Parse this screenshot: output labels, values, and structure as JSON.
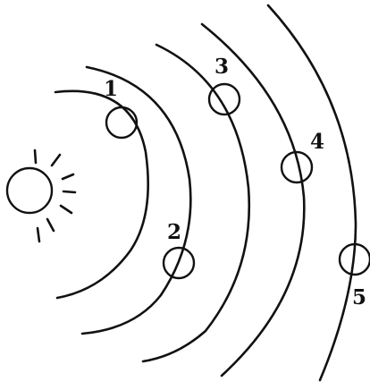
{
  "colors": {
    "ink": "#111111",
    "paper": "#ffffff"
  },
  "sun": {
    "icon": "sun-icon"
  },
  "planets": [
    {
      "label": "1"
    },
    {
      "label": "2"
    },
    {
      "label": "3"
    },
    {
      "label": "4"
    },
    {
      "label": "5"
    }
  ]
}
